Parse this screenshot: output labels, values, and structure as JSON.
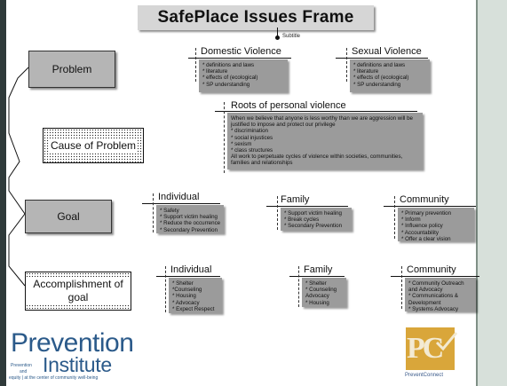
{
  "title": "SafePlace Issues Frame",
  "subtitle": "Subtitle",
  "rows": {
    "problem": "Problem",
    "cause": "Cause of Problem",
    "goal": "Goal",
    "accomplishment": "Accomplishment of goal"
  },
  "domestic_violence": {
    "heading": "Domestic Violence",
    "items": [
      "* definitions and laws",
      "* literature",
      "* effects of (ecological)",
      "* SP understanding"
    ]
  },
  "sexual_violence": {
    "heading": "Sexual Violence",
    "items": [
      "* definitions and laws",
      "* literature",
      "* effects of (ecological)",
      "* SP understanding"
    ]
  },
  "roots": {
    "heading": "Roots of personal violence",
    "intro": "When we believe that anyone is less worthy than we are aggression will be justified to impose and protect our privilege",
    "items": [
      "* discrimination",
      "* social injustices",
      "* sexism",
      "* class structures"
    ],
    "outro": "All work to  perpetuate cycles of violence within societies, communities, families and relationships"
  },
  "goal": {
    "individual": {
      "heading": "Individual",
      "items": [
        "* Safety",
        "* Support victim healing",
        "* Reduce the occurrence",
        "* Secondary Prevention"
      ]
    },
    "family": {
      "heading": "Family",
      "items": [
        "* Support victim healing",
        "* Break cycles",
        "* Secondary Prevention"
      ]
    },
    "community": {
      "heading": "Community",
      "items": [
        "* Primary prevention",
        "* Inform",
        "* Influence policy",
        "* Accountability",
        "* Offer a clear vision"
      ]
    }
  },
  "accomplishment": {
    "individual": {
      "heading": "Individual",
      "items": [
        "* Shelter",
        "*Counseling",
        "* Housing",
        "* Advocacy",
        "* Expect Respect"
      ]
    },
    "family": {
      "heading": "Family",
      "items": [
        "* Shelter",
        "* Counseling",
        "Advocacy",
        "* Housing"
      ]
    },
    "community": {
      "heading": "Community",
      "items": [
        "* Community Outreach and Advocacy",
        "* Communications & Development",
        "* Systems Advocacy"
      ]
    }
  },
  "logos": {
    "prevention_institute": {
      "word1": "Prevention",
      "word2": "Institute",
      "tag1": "Prevention",
      "tag2": "and",
      "tag3": "equity | at the center of community well-being"
    },
    "prevent_connect": {
      "letters": "PC",
      "name": "PreventConnect"
    }
  },
  "colors": {
    "content_box": "#9b9b9b",
    "label_box": "#b5b5b5",
    "title_box": "#d6d6d6",
    "logo_blue": "#2b5a8a",
    "logo_gold": "#d9a63a"
  }
}
